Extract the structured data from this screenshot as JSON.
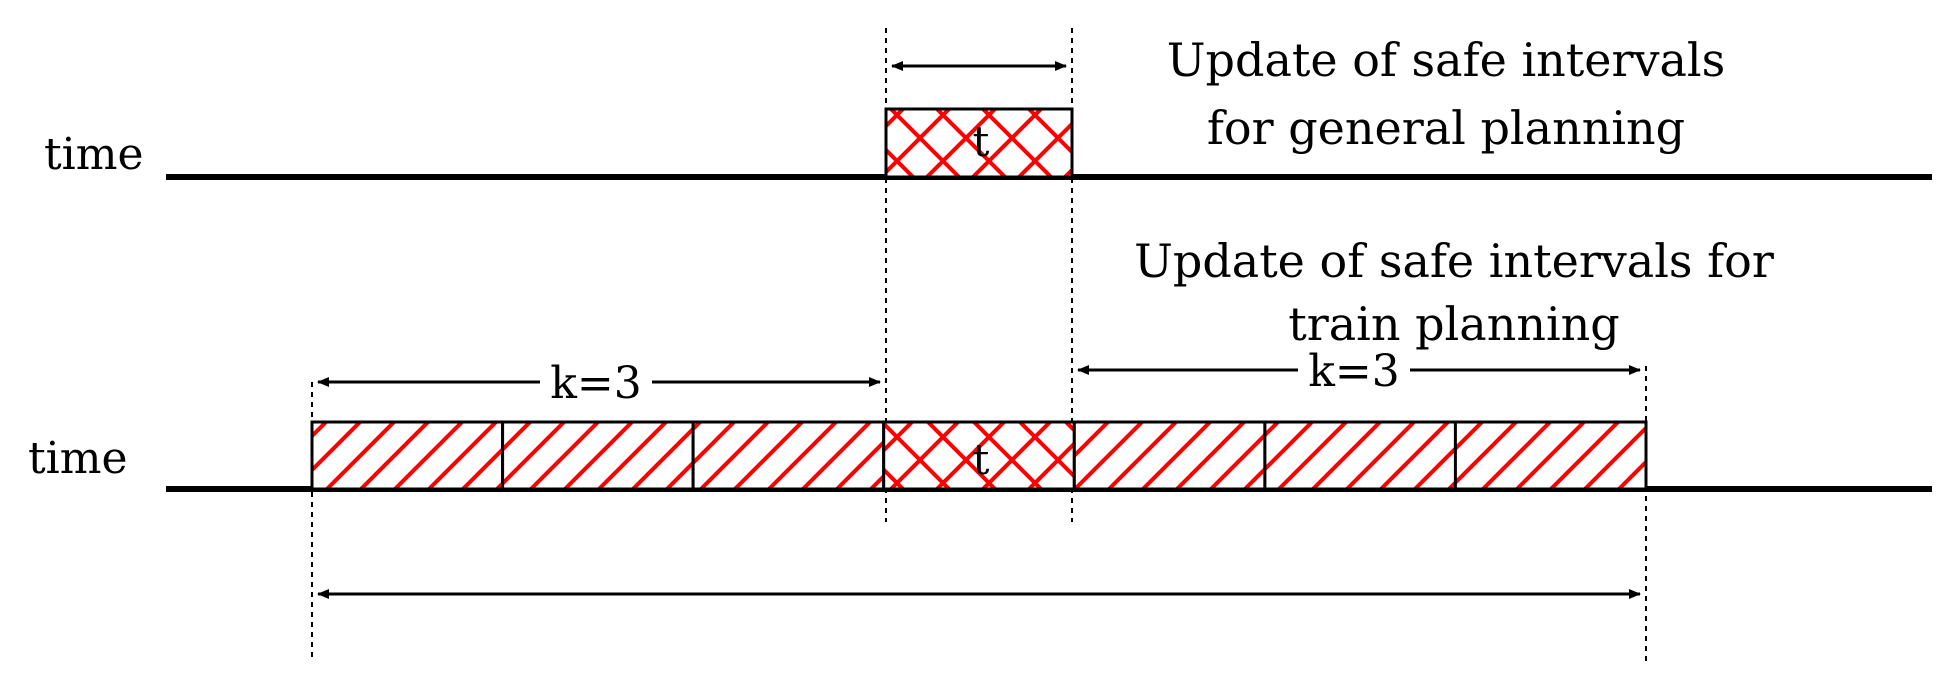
{
  "labels": {
    "top_axis": "time",
    "bottom_axis": "time",
    "general_title_line1": "Update of safe intervals",
    "general_title_line2": "for general planning",
    "train_title_line1": "Update of safe intervals for",
    "train_title_line2": "train planning",
    "k_left": "k=3",
    "k_right": "k=3",
    "t_top": "t",
    "t_bottom": "t"
  },
  "colors": {
    "line": "#000000",
    "hatch": "#ff0000"
  },
  "timeline": {
    "blocks": [
      "past",
      "past",
      "past",
      "current",
      "future",
      "future",
      "future"
    ]
  }
}
